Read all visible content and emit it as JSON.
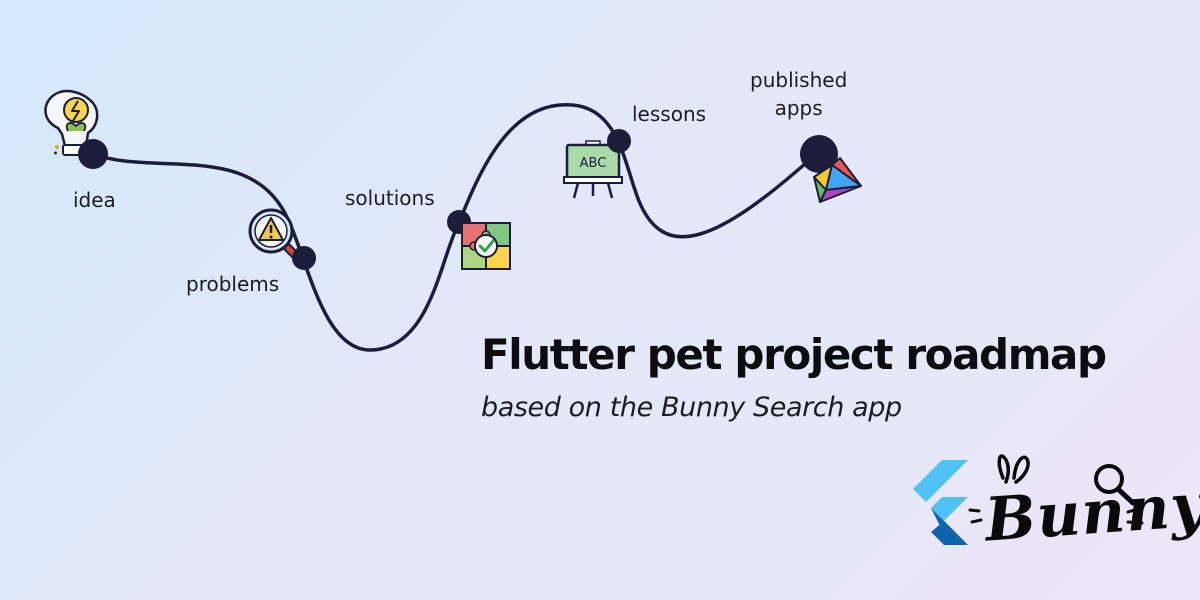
{
  "milestones": [
    {
      "label": "idea",
      "icon": "light-bulb-icon"
    },
    {
      "label": "problems",
      "icon": "warning-magnifier-icon"
    },
    {
      "label": "solutions",
      "icon": "puzzle-check-icon"
    },
    {
      "label": "lessons",
      "icon": "abc-easel-board-icon"
    },
    {
      "label_line1": "published",
      "label_line2": "apps",
      "icon": "play-store-icon"
    }
  ],
  "title": "Flutter pet project roadmap",
  "subtitle": "based on the Bunny Search app",
  "brand": {
    "text": "Bunny",
    "icons": [
      "flutter-logo-icon",
      "magnifier-icon",
      "bunny-ears-icon"
    ]
  },
  "colors": {
    "background_start": "#d4e8fc",
    "background_end": "#ece6f8",
    "path": "#1b1d3a",
    "node": "#1b1d3a",
    "flutter_light": "#4fc3f7",
    "flutter_dark": "#0d64ad"
  }
}
